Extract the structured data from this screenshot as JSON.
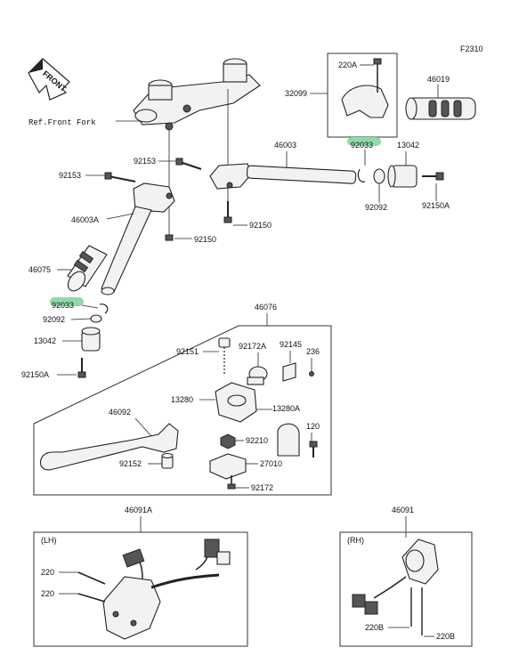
{
  "diagram_code": "F2310",
  "front_arrow": "FRONT",
  "ref_label": "Ref.Front Fork",
  "highlight_color": "#8fd9a8",
  "labels": {
    "l220A_top": "220A",
    "l32099": "32099",
    "l46019": "46019",
    "l46003": "46003",
    "l92033_right": "92033",
    "l13042_right": "13042",
    "l92153_a": "92153",
    "l92153_b": "92153",
    "l92092_right": "92092",
    "l92150A_right": "92150A",
    "l46003A": "46003A",
    "l92150_a": "92150",
    "l92150_b": "92150",
    "l46075": "46075",
    "l92033_left": "92033",
    "l92092_left": "92092",
    "l13042_left": "13042",
    "l92150A_left": "92150A",
    "l46076": "46076",
    "l92151": "92151",
    "l92172A": "92172A",
    "l92145": "92145",
    "l236": "236",
    "l13280": "13280",
    "l13280A": "13280A",
    "l46092": "46092",
    "l120": "120",
    "l92210": "92210",
    "l92152": "92152",
    "l27010": "27010",
    "l92172": "92172",
    "l46091A": "46091A",
    "l46091": "46091",
    "lh": "(LH)",
    "rh": "(RH)",
    "l220_a": "220",
    "l220_b": "220",
    "l220B_a": "220B",
    "l220B_b": "220B"
  }
}
